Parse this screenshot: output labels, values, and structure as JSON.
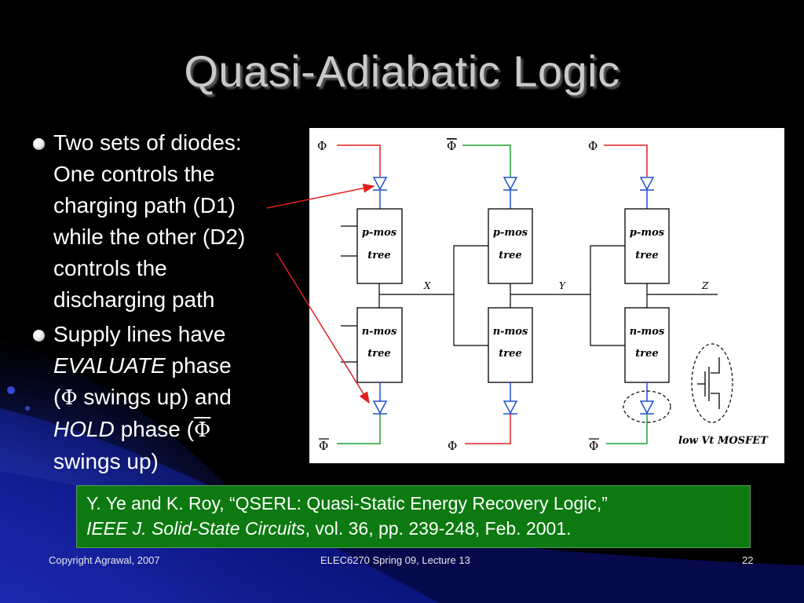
{
  "slide": {
    "title": "Quasi-Adiabatic Logic",
    "bullets": {
      "b1": {
        "lines": [
          "Two sets of diodes:",
          "One controls the",
          "charging path (D1)",
          "while the other (D2)",
          "controls the",
          "discharging path"
        ]
      },
      "b2": {
        "line1": "Supply lines have",
        "evaluate_word": "EVALUATE",
        "phase_word": " phase",
        "paren_open": "(",
        "phi": "Φ",
        "swings_up_and": " swings up) and",
        "hold_word": "HOLD",
        "phase_paren": " phase (",
        "phi2": "Φ",
        "swings_up_close": "swings up)"
      }
    },
    "diagram": {
      "phi": "Φ",
      "pmos_line1": "p-mos",
      "pmos_line2": "tree",
      "nmos_line1": "n-mos",
      "nmos_line2": "tree",
      "node_x": "X",
      "node_y": "Y",
      "node_z": "Z",
      "low_vt_label": "low Vt MOSFET"
    },
    "reference": {
      "line1": "Y. Ye and K. Roy, “QSERL: Quasi-Static Energy Recovery Logic,”",
      "journal": "IEEE J. Solid-State Circuits",
      "line2_rest": ", vol. 36, pp. 239-248, Feb. 2001."
    },
    "footer": {
      "copyright": "Copyright Agrawal, 2007",
      "course": "ELEC6270 Spring 09, Lecture 13",
      "page": "22"
    },
    "colors": {
      "background": "#000000",
      "title": "#c9c9c9",
      "reference_box": "#0c7a10",
      "wire_red": "#e02020",
      "wire_green": "#20a030",
      "wire_blue": "#2050d0",
      "wave_blue": "#1a2fb0"
    }
  }
}
